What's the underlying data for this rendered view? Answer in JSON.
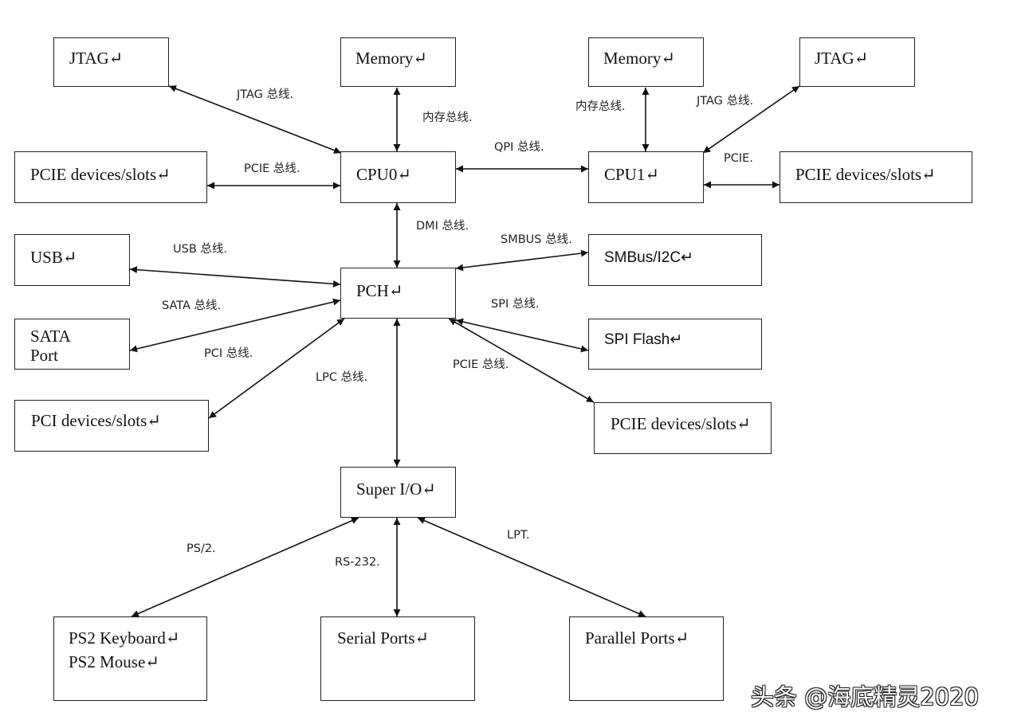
{
  "nodes": {
    "jtag0": "JTAG↵",
    "memory0": "Memory↵",
    "memory1": "Memory↵",
    "jtag1": "JTAG↵",
    "pcie_devices_left": "PCIE devices/slots↵",
    "cpu0": "CPU0↵",
    "cpu1": "CPU1↵",
    "pcie_devices_right": "PCIE devices/slots↵",
    "usb": "USB↵",
    "pch": "PCH↵",
    "smbus_i2c": "SMBus/I2C↵",
    "sata_port": "SATA\nPort",
    "spi_flash": "SPI Flash↵",
    "pci_devices": "PCI devices/slots↵",
    "pcie_devices_bottom": "PCIE devices/slots↵",
    "super_io": "Super I/O↵",
    "ps2_devices": "PS2 Keyboard↵\nPS2 Mouse↵",
    "serial_ports": "Serial Ports↵",
    "parallel_ports": "Parallel Ports↵"
  },
  "edge_labels": {
    "jtag_bus_left": "JTAG 总线.",
    "memory_bus_0": "内存总线.",
    "memory_bus_1": "内存总线.",
    "jtag_bus_right": "JTAG 总线.",
    "pcie_bus_left": "PCIE 总线.",
    "qpi_bus": "QPI 总线.",
    "pcie_right": "PCIE.",
    "dmi_bus": "DMI 总线.",
    "smbus_bus": "SMBUS 总线.",
    "usb_bus": "USB 总线.",
    "sata_bus": "SATA 总线.",
    "spi_bus": "SPI 总线.",
    "pci_bus": "PCI 总线.",
    "lpc_bus": "LPC 总线.",
    "pcie_bus_bottom": "PCIE 总线.",
    "ps2": "PS/2.",
    "rs232": "RS-232.",
    "lpt": "LPT."
  },
  "watermark": "头条 @海底精灵2020"
}
